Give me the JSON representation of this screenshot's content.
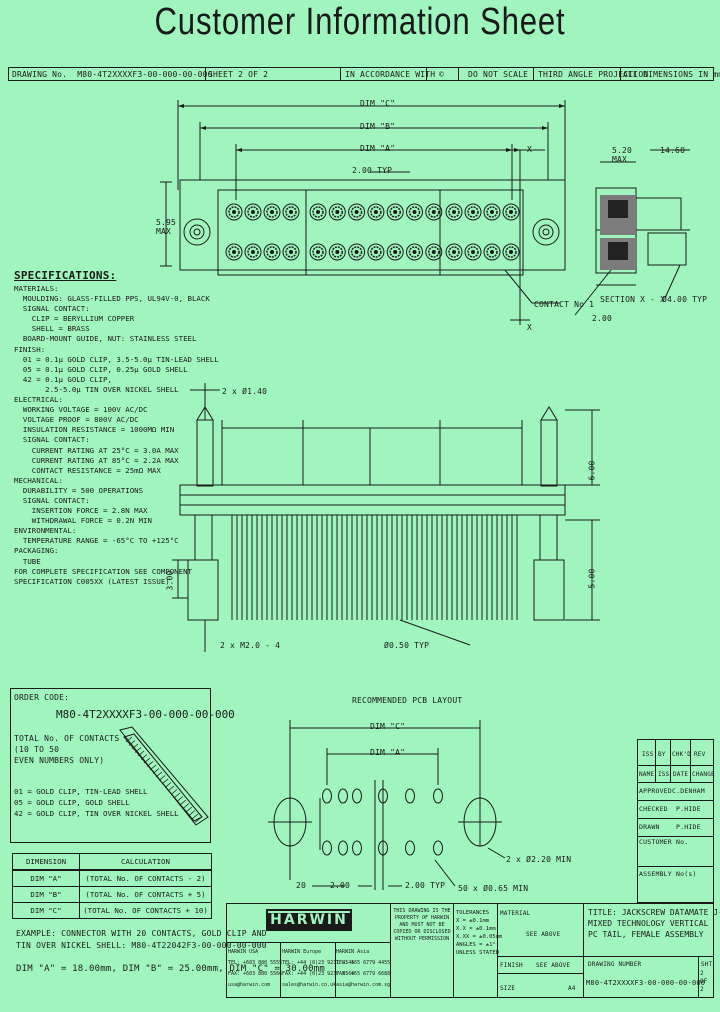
{
  "title": "Customer Information Sheet",
  "header": {
    "drawing_no": "DRAWING No.  M80-4T2XXXXF3-00-000-00-000",
    "sheet": "SHEET 2 OF 2",
    "in_accordance": "IN ACCORDANCE WITH",
    "copyright": "©",
    "scale": "DO NOT SCALE",
    "projection": "THIRD ANGLE PROJECTION",
    "units": "ALL DIMENSIONS IN mm"
  },
  "drawing_labels": {
    "dim_c": "DIM \"C\"",
    "dim_b": "DIM \"B\"",
    "dim_a": "DIM \"A\"",
    "pitch_top": "2.00 TYP",
    "x_top": "X",
    "x_bottom": "X",
    "height_595": "5.95\nMAX",
    "contact_1": "CONTACT No 1",
    "w_520": "5.20\nMAX",
    "w_1460": "14.60",
    "section": "SECTION X - X",
    "hole_400": "Ø4.00 TYP",
    "dim_200": "2.00",
    "pin_top": "2 x Ø1.40",
    "h_600": "6.00",
    "h_300": "3.00",
    "h_500": "5.00",
    "pin_bottom": "2 x M2.0 - 4",
    "pin_dia": "Ø0.50 TYP"
  },
  "specifications": {
    "heading": "SPECIFICATIONS:",
    "lines": [
      "MATERIALS:",
      "  MOULDING: GLASS-FILLED PPS, UL94V-0, BLACK",
      "  SIGNAL CONTACT:",
      "    CLIP = BERYLLIUM COPPER",
      "    SHELL = BRASS",
      "  BOARD-MOUNT GUIDE, NUT: STAINLESS STEEL",
      "FINISH:",
      "  01 = 0.1µ GOLD CLIP, 3.5-5.0µ TIN-LEAD SHELL",
      "  05 = 0.1µ GOLD CLIP, 0.25µ GOLD SHELL",
      "  42 = 0.1µ GOLD CLIP,",
      "       2.5-5.0µ TIN OVER NICKEL SHELL",
      "ELECTRICAL:",
      "  WORKING VOLTAGE = 100V AC/DC",
      "  VOLTAGE PROOF = 800V AC/DC",
      "  INSULATION RESISTANCE = 1000MΩ MIN",
      "  SIGNAL CONTACT:",
      "    CURRENT RATING AT 25°C = 3.0A MAX",
      "    CURRENT RATING AT 85°C = 2.2A MAX",
      "    CONTACT RESISTANCE = 25mΩ MAX",
      "MECHANICAL:",
      "  DURABILITY = 500 OPERATIONS",
      "  SIGNAL CONTACT:",
      "    INSERTION FORCE = 2.8N MAX",
      "    WITHDRAWAL FORCE = 0.2N MIN",
      "ENVIRONMENTAL:",
      "  TEMPERATURE RANGE = -65°C TO +125°C",
      "PACKAGING:",
      "  TUBE",
      "FOR COMPLETE SPECIFICATION SEE COMPONENT",
      "SPECIFICATION C005XX (LATEST ISSUE)"
    ]
  },
  "order_code": {
    "heading": "ORDER CODE:",
    "code": "M80-4T2XXXXF3-00-000-00-000",
    "total_label": "TOTAL No. OF CONTACTS",
    "total_range": "(10 TO 50",
    "total_note": "EVEN NUMBERS ONLY)",
    "finishes": [
      "01 = GOLD CLIP, TIN-LEAD SHELL",
      "05 = GOLD CLIP, GOLD SHELL",
      "42 = GOLD CLIP, TIN OVER NICKEL SHELL"
    ]
  },
  "dim_table": {
    "headers": [
      "DIMENSION",
      "CALCULATION"
    ],
    "rows": [
      [
        "DIM \"A\"",
        "(TOTAL No. OF CONTACTS - 2)"
      ],
      [
        "DIM \"B\"",
        "(TOTAL No. OF CONTACTS + 5)"
      ],
      [
        "DIM \"C\"",
        "(TOTAL No. OF CONTACTS + 10)"
      ]
    ],
    "example": [
      "EXAMPLE: CONNECTOR WITH 20 CONTACTS, GOLD CLIP AND",
      "TIN OVER NICKEL SHELL: M80-4T22042F3-00-000-00-000",
      "DIM \"A\" = 18.00mm, DIM \"B\" = 25.00mm, DIM \"C\" = 30.00mm"
    ]
  },
  "pcb_layout": {
    "heading": "RECOMMENDED PCB LAYOUT",
    "dim_c": "DIM \"C\"",
    "dim_a": "DIM \"A\"",
    "pitch_x": "2.00 TYP",
    "holes_big": "2 x Ø2.20 MIN",
    "holes_small": "50 x Ø0.65 MIN",
    "dim_200": "2.00",
    "label_20": "20"
  },
  "revision_table": {
    "headers": [
      "ISS",
      "BY",
      "CHK'D",
      "REV"
    ],
    "row2": [
      "NAME",
      "ISS",
      "DATE",
      "CHANGE"
    ],
    "approved": "APPROVED",
    "approved_val": "C.DENHAM",
    "checked": "CHECKED",
    "checked_val": "P.HIDE",
    "drawn": "DRAWN",
    "drawn_val": "P.HIDE",
    "customer": "CUSTOMER No.",
    "assembly": "ASSEMBLY No(s)"
  },
  "title_block": {
    "logo": "HARWIN",
    "offices": [
      [
        "HARWIN USA",
        "TEL: +603 880 5555",
        "FAX: +603 880 5566",
        "usa@harwin.com"
      ],
      [
        "HARWIN Europe",
        "TEL: +44 (0)23 9231 4545",
        "FAX: +44 (0)23 9237 0560",
        "sales@harwin.co.uk"
      ],
      [
        "HARWIN Asia",
        "TEL: +65 6779 4455",
        "FAX: +65 6779 6688",
        "asia@harwin.com.sg"
      ]
    ],
    "notice": "THIS DRAWING IS THE PROPERTY OF HARWIN AND MUST NOT BE COPIED OR DISCLOSED WITHOUT PERMISSION",
    "tolerances": [
      "TOLERANCES",
      "X = ±0.1mm",
      "X.X = ±0.1mm",
      "X.XX = ±0.05mm",
      "ANGLES = ±1°",
      "UNLESS STATED"
    ],
    "material": "MATERIAL",
    "material_val": "SEE ABOVE",
    "finish": "FINISH",
    "finish_val": "SEE ABOVE",
    "size": "SIZE",
    "size_val": "A4",
    "part_title": "TITLE: JACKSCREW DATAMATE J-TEK MIXED TECHNOLOGY VERTICAL PC TAIL, FEMALE ASSEMBLY",
    "part_title_lines": [
      "TITLE: JACKSCREW DATAMATE J-TEK",
      "MIXED TECHNOLOGY VERTICAL",
      "PC TAIL, FEMALE ASSEMBLY"
    ],
    "drawing_number_label": "DRAWING NUMBER",
    "drawing_number": "M80-4T2XXXXF3-00-000-00-000",
    "sheet_label": "SHT",
    "sheet_val": "2 OF 2"
  }
}
